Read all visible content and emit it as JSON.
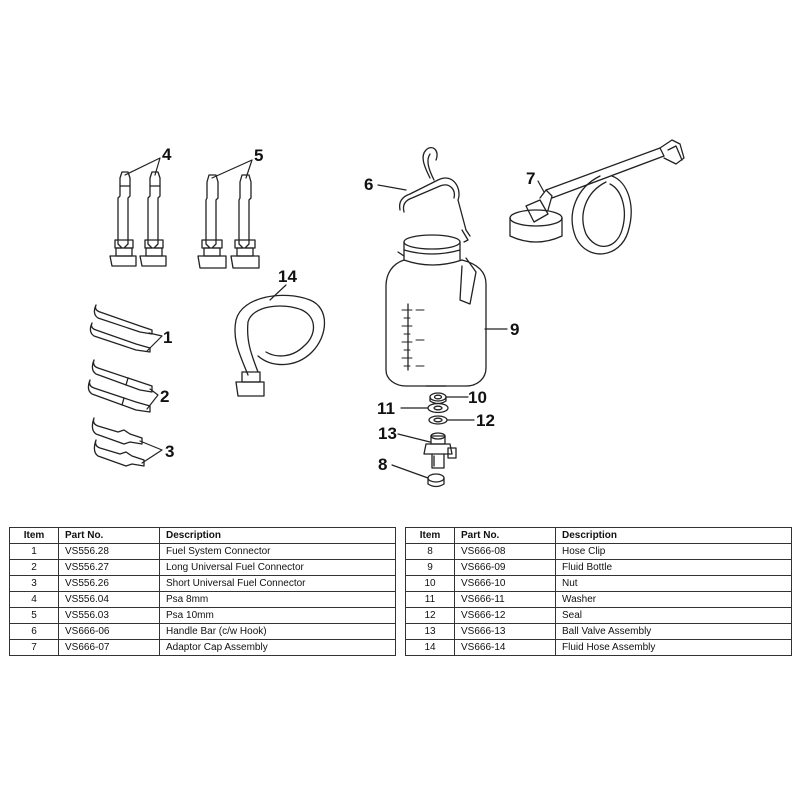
{
  "callouts": {
    "c1": "1",
    "c2": "2",
    "c3": "3",
    "c4": "4",
    "c5": "5",
    "c6": "6",
    "c7": "7",
    "c8": "8",
    "c9": "9",
    "c10": "10",
    "c11": "11",
    "c12": "12",
    "c13": "13",
    "c14": "14"
  },
  "headers": {
    "item": "Item",
    "part": "Part No.",
    "desc": "Description"
  },
  "left_rows": [
    {
      "item": "1",
      "part": "VS556.28",
      "desc": "Fuel System Connector"
    },
    {
      "item": "2",
      "part": "VS556.27",
      "desc": "Long Universal Fuel Connector"
    },
    {
      "item": "3",
      "part": "VS556.26",
      "desc": "Short Universal Fuel Connector"
    },
    {
      "item": "4",
      "part": "VS556.04",
      "desc": "Psa 8mm"
    },
    {
      "item": "5",
      "part": "VS556.03",
      "desc": "Psa 10mm"
    },
    {
      "item": "6",
      "part": "VS666-06",
      "desc": "Handle Bar (c/w Hook)"
    },
    {
      "item": "7",
      "part": "VS666-07",
      "desc": "Adaptor Cap Assembly"
    }
  ],
  "right_rows": [
    {
      "item": "8",
      "part": "VS666-08",
      "desc": "Hose Clip"
    },
    {
      "item": "9",
      "part": "VS666-09",
      "desc": "Fluid Bottle"
    },
    {
      "item": "10",
      "part": "VS666-10",
      "desc": "Nut"
    },
    {
      "item": "11",
      "part": "VS666-11",
      "desc": "Washer"
    },
    {
      "item": "12",
      "part": "VS666-12",
      "desc": "Seal"
    },
    {
      "item": "13",
      "part": "VS666-13",
      "desc": "Ball Valve Assembly"
    },
    {
      "item": "14",
      "part": "VS666-14",
      "desc": "Fluid Hose Assembly"
    }
  ]
}
